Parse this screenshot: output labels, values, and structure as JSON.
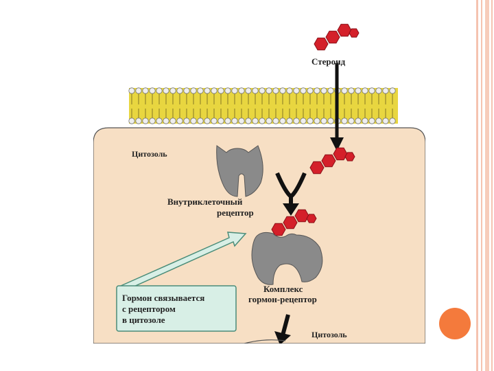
{
  "diagram": {
    "labels": {
      "steroid": "Стероид",
      "cytosol_top": "Цитозоль",
      "receptor_line1": "Внутриклеточный",
      "receptor_line2": "рецептор",
      "complex_line1": "Комплекс",
      "complex_line2": "гормон-рецептор",
      "cytosol_bottom": "Цитозоль",
      "callout_line1": "Гормон связывается",
      "callout_line2": "с рецептором",
      "callout_line3": "в цитозоле"
    },
    "colors": {
      "cytosol": "#f7dfc4",
      "membrane": "#e8d640",
      "hormone": "#d4202a",
      "receptor": "#8a8a8a",
      "callout": "#d8efe6",
      "accent": "#f47a3c"
    }
  }
}
